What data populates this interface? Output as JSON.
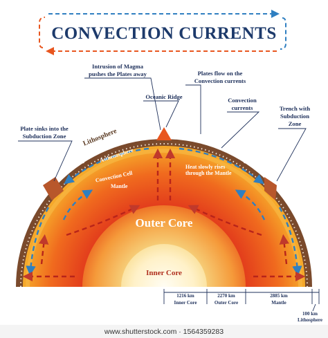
{
  "title": "CONVECTION CURRENTS",
  "labels": {
    "magma": [
      "Intrusion of Magma",
      "pushes the Plates away"
    ],
    "plates_flow": [
      "Plates flow on the",
      "Convection currents"
    ],
    "oceanic_ridge": "Oceanic Ridge",
    "convection_currents": [
      "Convection",
      "currents"
    ],
    "trench": [
      "Trench with",
      "Subduction",
      "Zone"
    ],
    "plate_sinks": [
      "Plate sinks into the",
      "Subduction Zone"
    ],
    "lithosphere": "Lithosphere",
    "asthenosphere": "Asthenosphere",
    "convection_cell": "Convection Cell",
    "heat": [
      "Heat slowly rises",
      "through the Mantle"
    ],
    "mantle": "Mantle",
    "outer_core": "Outer Core",
    "inner_core": "Inner Core"
  },
  "scale": {
    "segments": [
      {
        "depth": "1216 km",
        "name": "Inner Core"
      },
      {
        "depth": "2270 km",
        "name": "Outer Core"
      },
      {
        "depth": "2885 km",
        "name": "Mantle"
      }
    ],
    "lithosphere": {
      "depth": "100 km",
      "name": "Lithosphere"
    }
  },
  "footer": "www.shutterstock.com · 1564359283",
  "colors": {
    "title": "#1d3a6b",
    "arrow_blue": "#2f7fc1",
    "arrow_red": "#c0392b",
    "crust": "#7a4a2c",
    "mantle_outer": "#f5a623",
    "mantle_inner": "#e8561f",
    "core_outer": "#f7d489",
    "core_inner": "#fff7e0"
  }
}
